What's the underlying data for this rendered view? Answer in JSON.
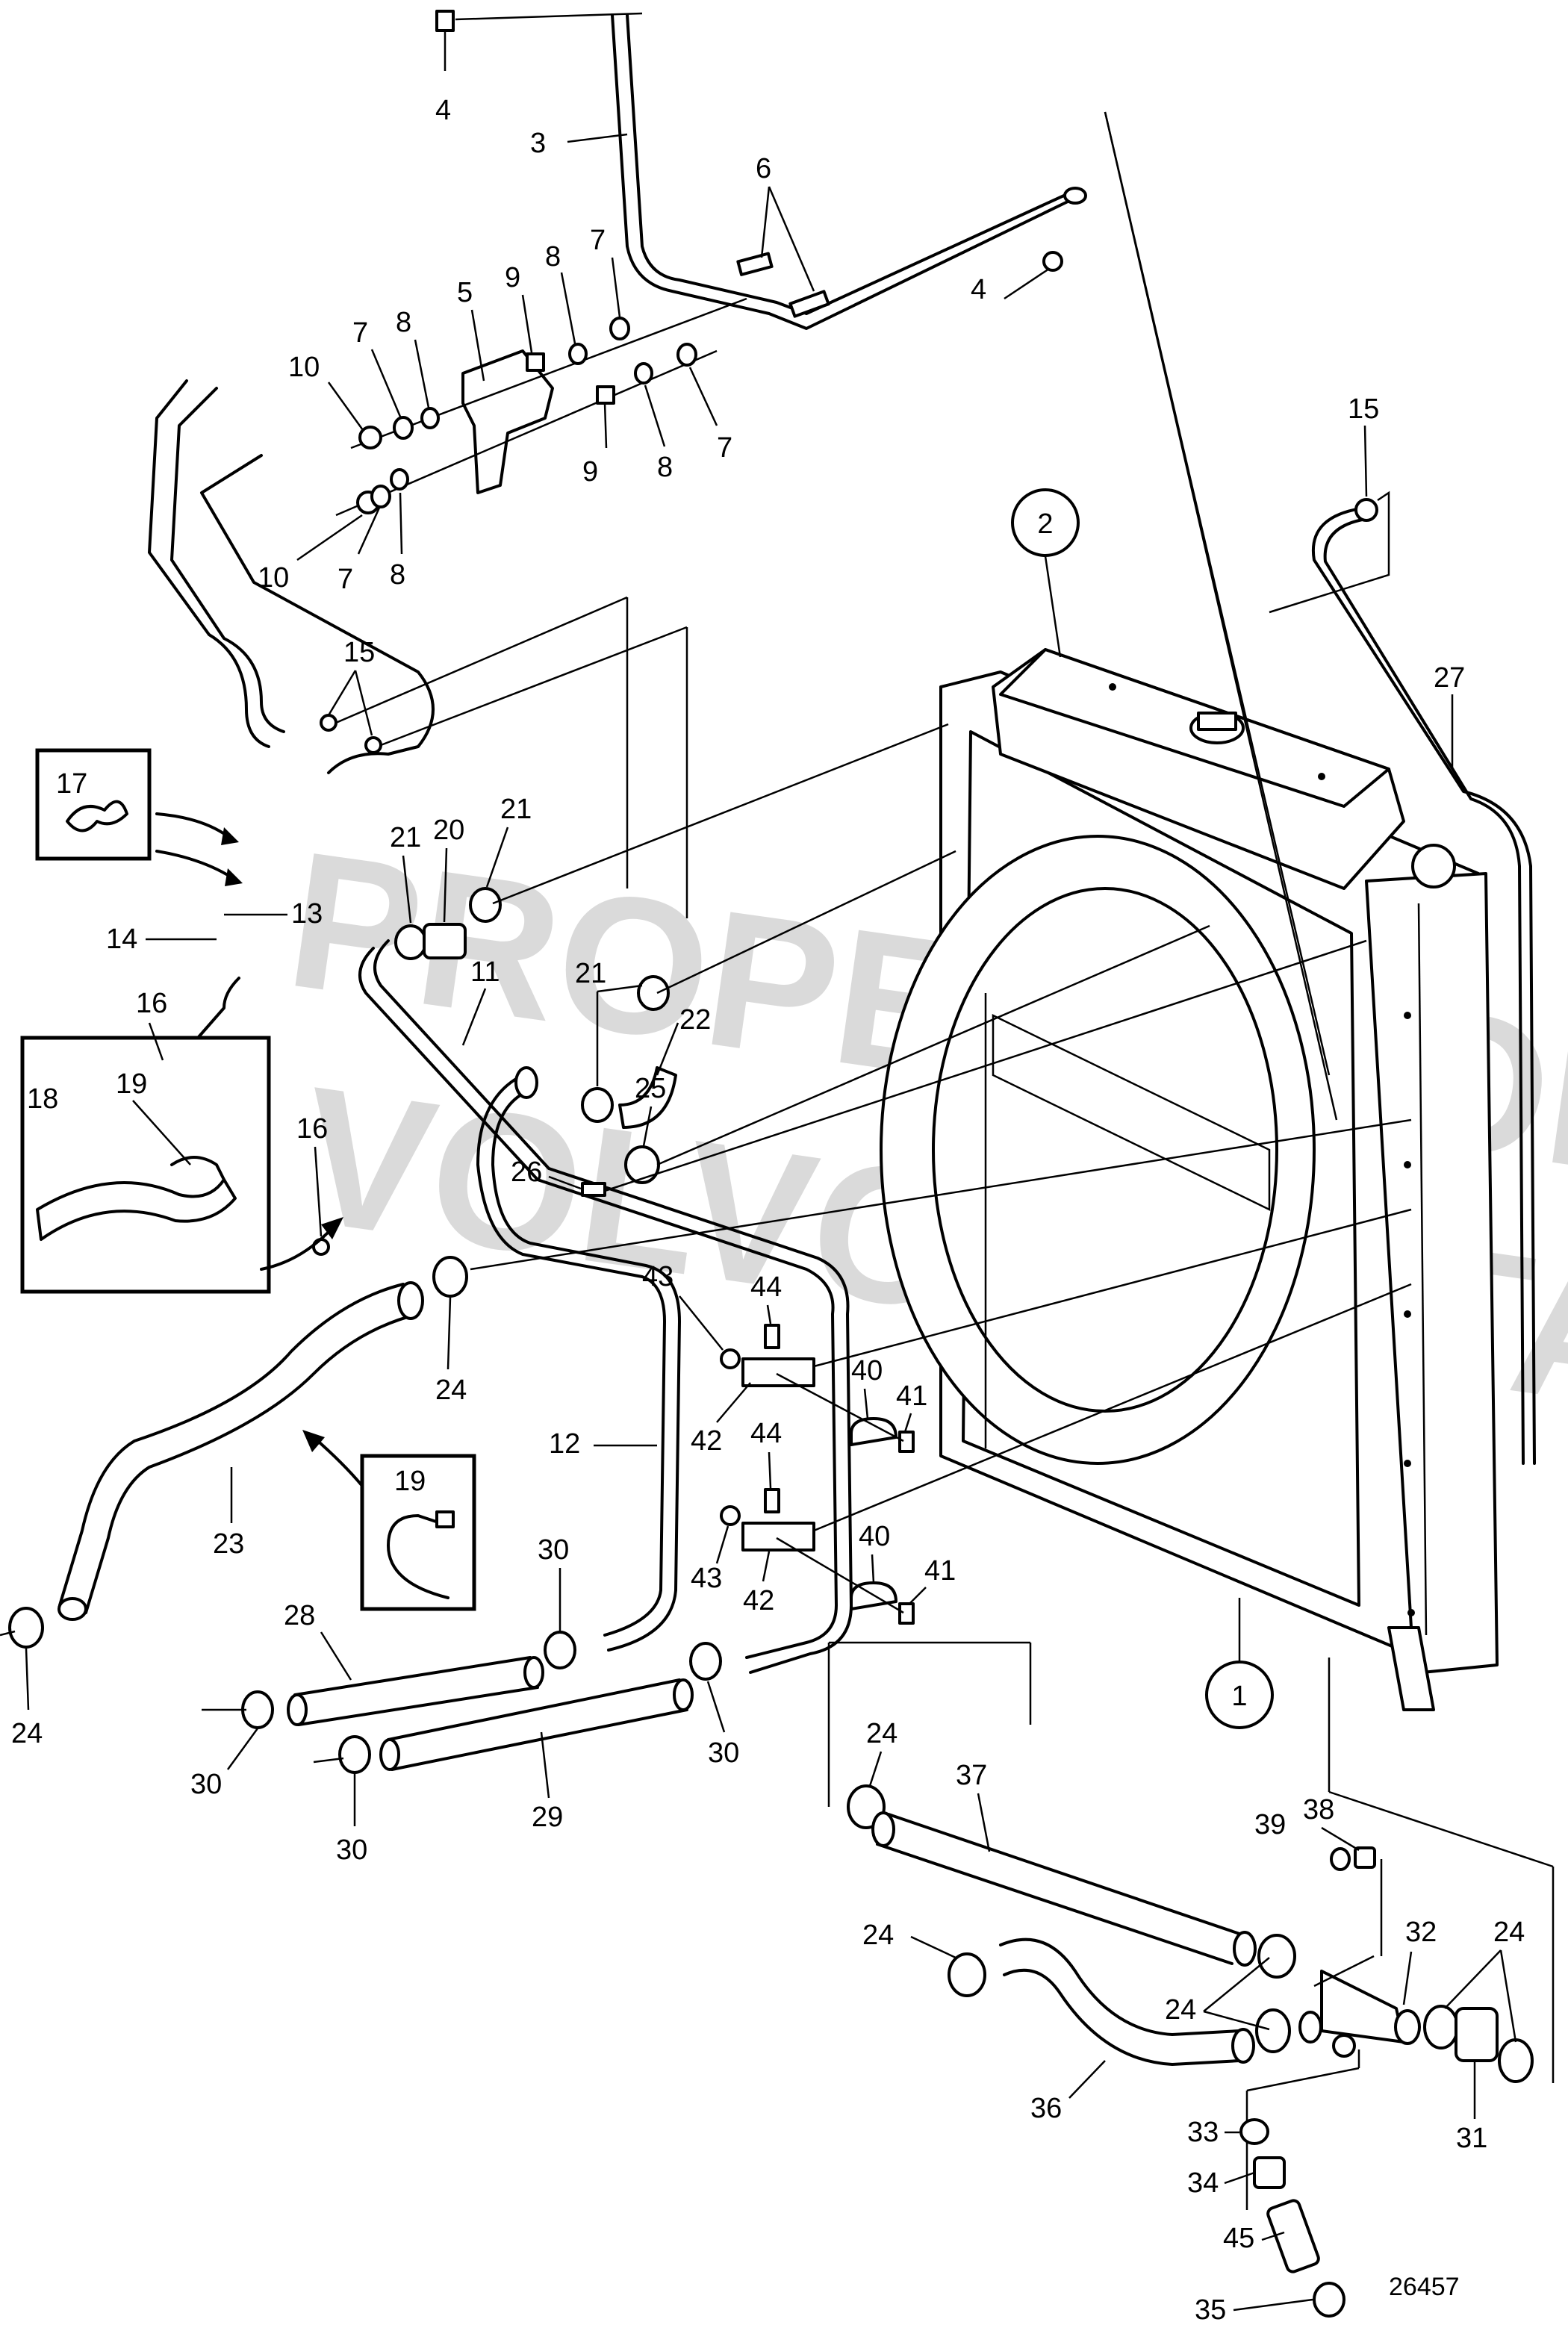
{
  "drawing_number": "26457",
  "watermark": {
    "line1": "PROPERTY OF",
    "line2": "VOLVO PENTA"
  },
  "references": [
    "1",
    "2"
  ],
  "callouts": {
    "c3": "3",
    "c4a": "4",
    "c4b": "4",
    "c5": "5",
    "c6": "6",
    "c7a": "7",
    "c7b": "7",
    "c7c": "7",
    "c7d": "7",
    "c8a": "8",
    "c8b": "8",
    "c8c": "8",
    "c8d": "8",
    "c9a": "9",
    "c9b": "9",
    "c10a": "10",
    "c10b": "10",
    "c11": "11",
    "c12": "12",
    "c13": "13",
    "c14": "14",
    "c15a": "15",
    "c15b": "15",
    "c16a": "16",
    "c16b": "16",
    "c17": "17",
    "c18": "18",
    "c19a": "19",
    "c19b": "19",
    "c20": "20",
    "c21a": "21",
    "c21b": "21",
    "c21c": "21",
    "c22": "22",
    "c23": "23",
    "c24a": "24",
    "c24b": "24",
    "c24c": "24",
    "c24d": "24",
    "c24e": "24",
    "c24f": "24",
    "c25": "25",
    "c26": "26",
    "c27": "27",
    "c28": "28",
    "c29": "29",
    "c30a": "30",
    "c30b": "30",
    "c30c": "30",
    "c30d": "30",
    "c31": "31",
    "c32": "32",
    "c33": "33",
    "c34": "34",
    "c35": "35",
    "c36": "36",
    "c37": "37",
    "c38": "38",
    "c39": "39",
    "c40a": "40",
    "c40b": "40",
    "c41a": "41",
    "c41b": "41",
    "c42a": "42",
    "c42b": "42",
    "c43a": "43",
    "c43b": "43",
    "c44a": "44",
    "c44b": "44",
    "c45": "45"
  }
}
